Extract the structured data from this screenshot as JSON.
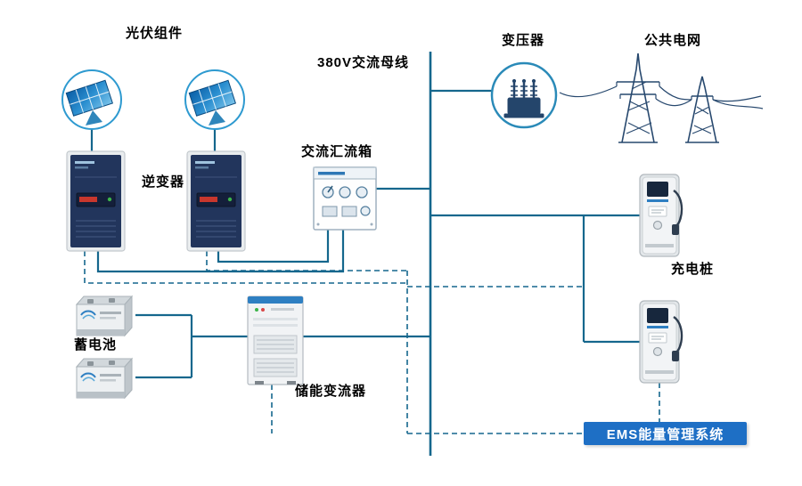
{
  "diagram": {
    "labels": {
      "pv_modules": "光伏组件",
      "inverter": "逆变器",
      "ac_combiner_box": "交流汇流箱",
      "ac_bus_380v": "380V交流母线",
      "transformer": "变压器",
      "public_grid": "公共电网",
      "charging_pile": "充电桩",
      "battery": "蓄电池",
      "storage_converter": "储能变流器",
      "ems_system": "EMS能量管理系统"
    },
    "colors": {
      "wire": "#15678d",
      "ems_background": "#1e6fc5",
      "ems_text": "#ffffff",
      "label_text": "#000000",
      "panel_blue": "#2b8fd0",
      "equipment_navy": "#22355c"
    },
    "line_styles": {
      "power": "solid",
      "communication": "dashed"
    },
    "icons": {
      "pv_module": "solar-panel-in-circle",
      "inverter": "inverter-cabinet",
      "ac_combiner_box": "distribution-box",
      "transformer": "transformer-in-circle",
      "public_grid": "transmission-towers",
      "charging_pile": "ev-charging-pile",
      "battery": "lead-acid-battery",
      "storage_converter": "converter-cabinet"
    }
  }
}
